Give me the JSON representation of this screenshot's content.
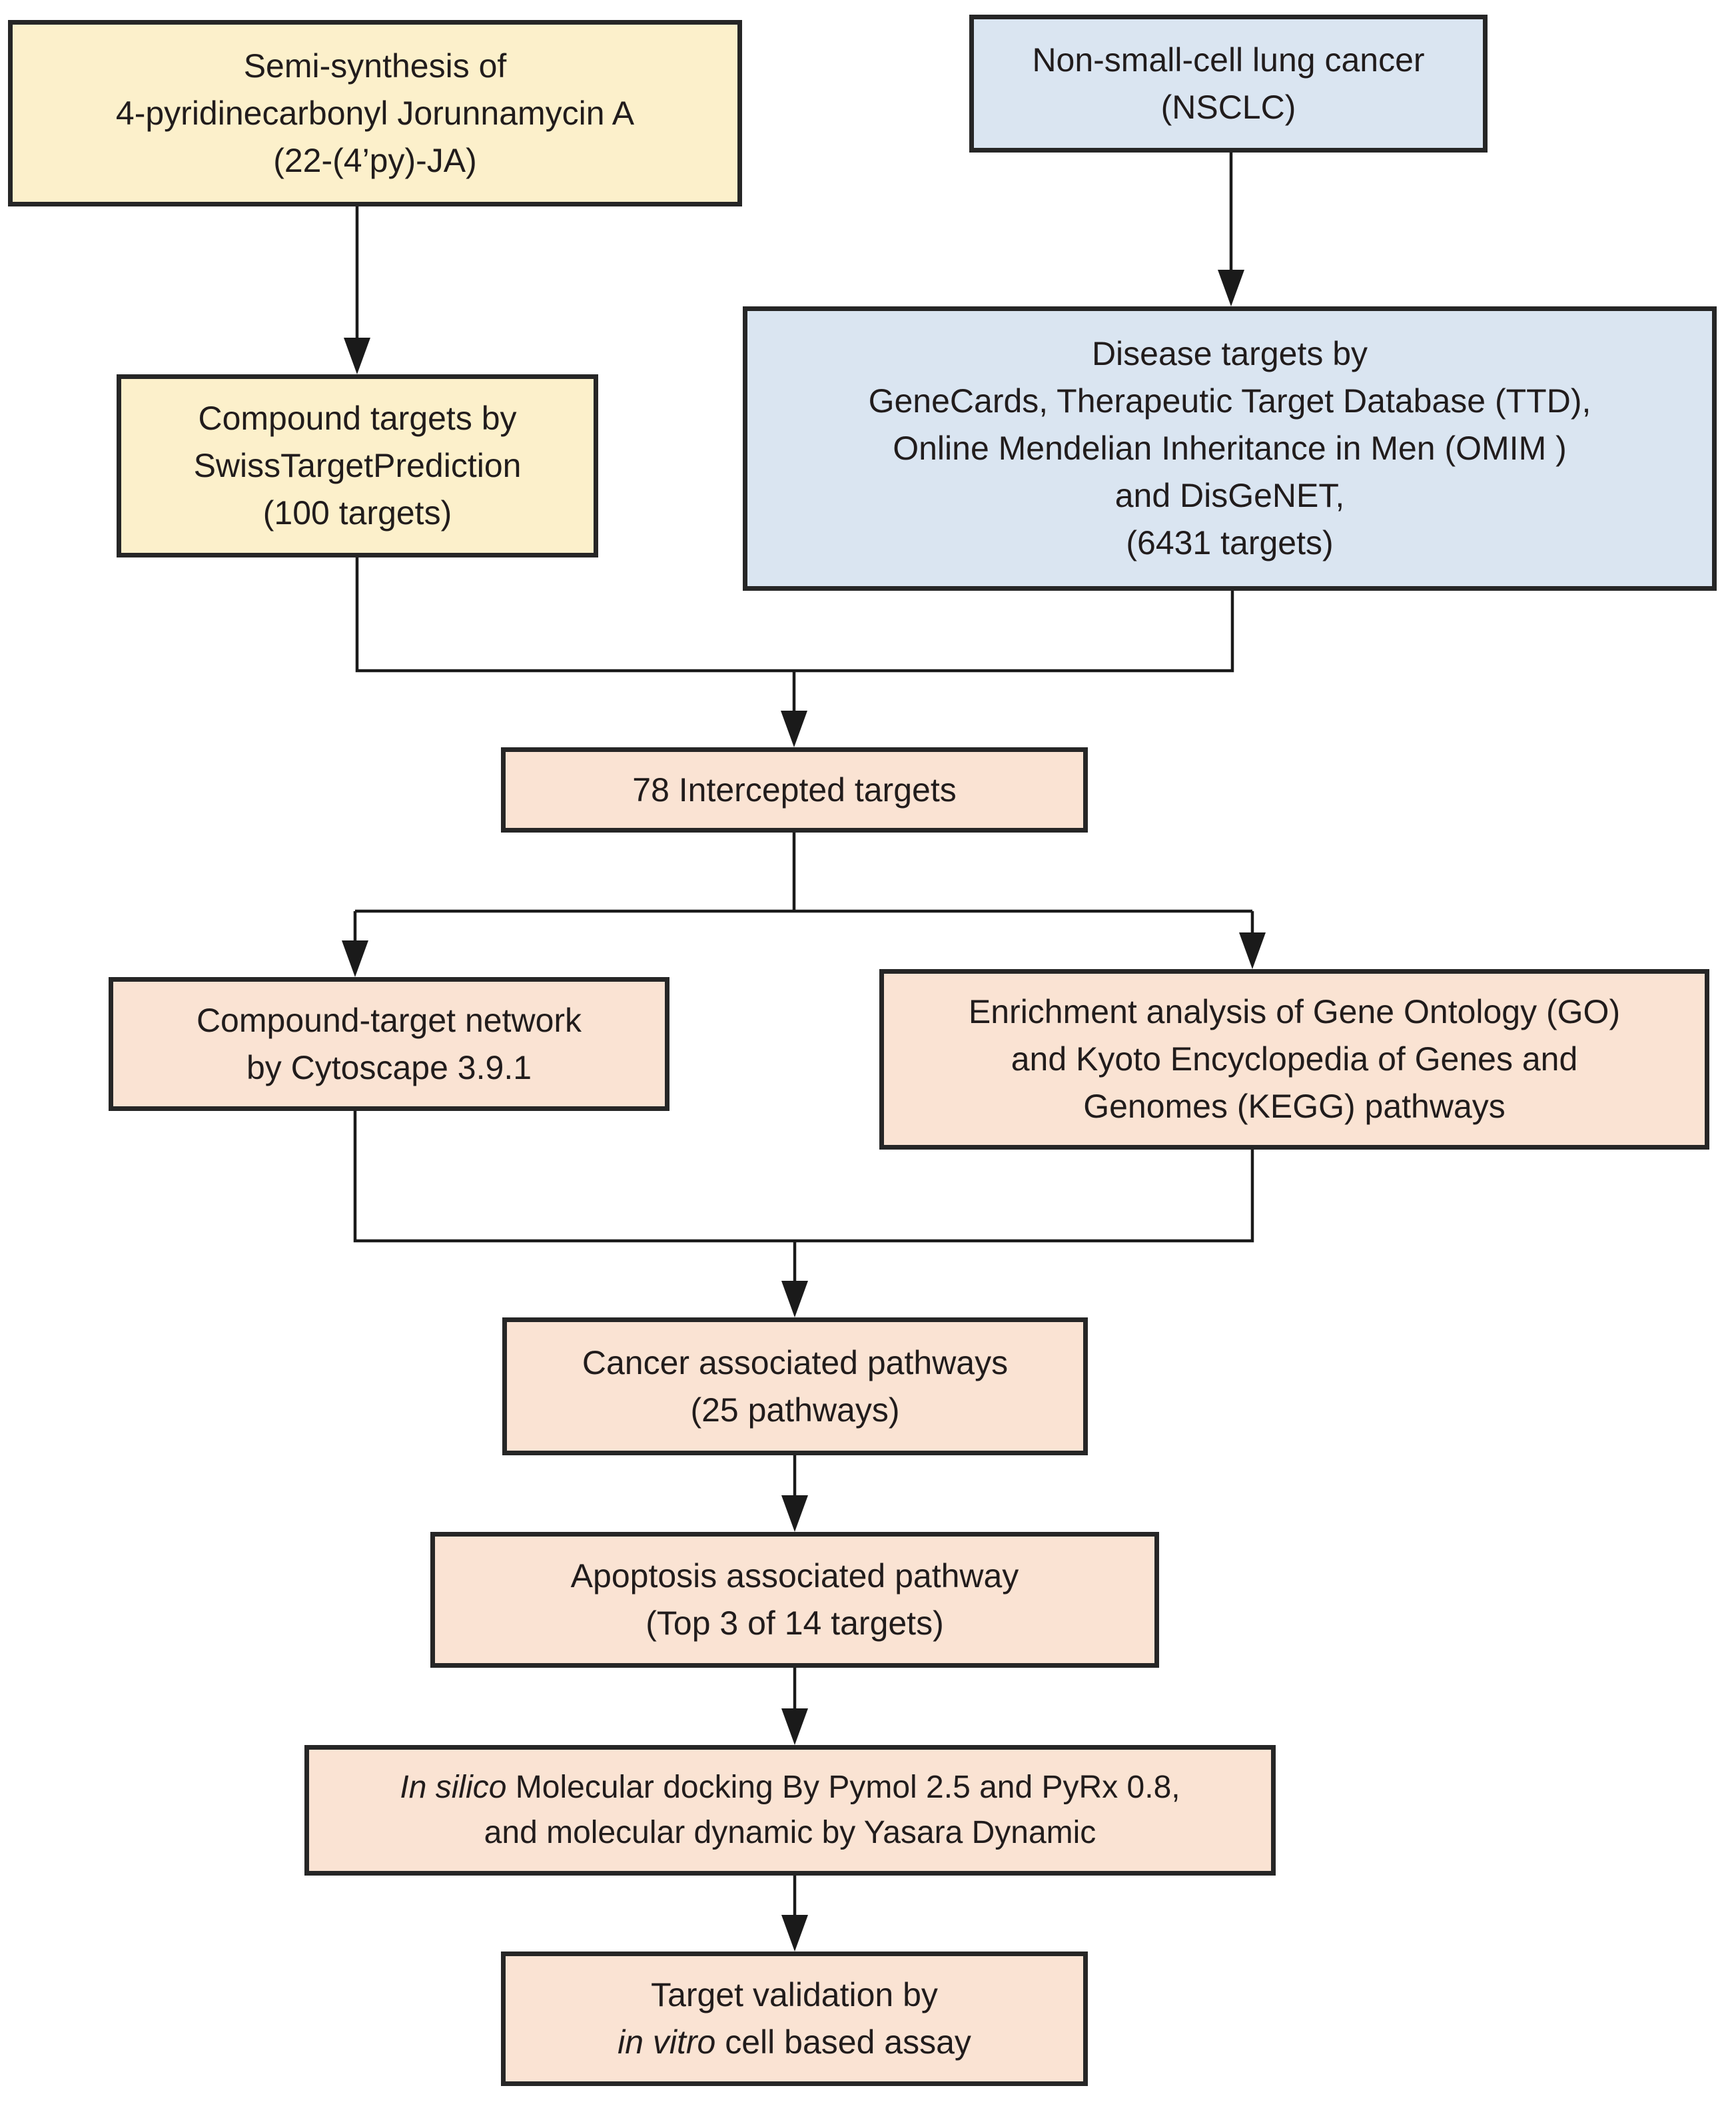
{
  "colors": {
    "compound_fill": "#fcf0cb",
    "disease_fill": "#dae5f1",
    "process_fill": "#fae3d3",
    "box_border": "#262626",
    "arrow": "#1a1a1a",
    "text": "#211c1c",
    "background": "#ffffff"
  },
  "boxes": {
    "semi_synthesis": {
      "lines": [
        "Semi-synthesis of",
        "4-pyridinecarbonyl Jorunnamycin A",
        "(22-(4’py)-JA)"
      ]
    },
    "nsclc": {
      "lines": [
        "Non-small-cell lung cancer",
        "(NSCLC)"
      ]
    },
    "compound_targets": {
      "lines": [
        "Compound targets by",
        "SwissTargetPrediction",
        "(100 targets)"
      ]
    },
    "disease_targets": {
      "lines": [
        "Disease targets by",
        "GeneCards, Therapeutic Target Database (TTD),",
        "Online Mendelian Inheritance in Men (OMIM )",
        "and DisGeNET,",
        "(6431 targets)"
      ]
    },
    "intercepted": {
      "lines": [
        "78 Intercepted targets"
      ]
    },
    "network": {
      "lines": [
        "Compound-target network",
        "by Cytoscape 3.9.1"
      ]
    },
    "enrichment": {
      "lines": [
        "Enrichment analysis of Gene Ontology (GO)",
        "and Kyoto Encyclopedia of Genes and",
        "Genomes (KEGG) pathways"
      ]
    },
    "cancer_pathways": {
      "lines": [
        "Cancer associated pathways",
        "(25 pathways)"
      ]
    },
    "apoptosis": {
      "lines": [
        "Apoptosis associated pathway",
        "(Top 3 of 14 targets)"
      ]
    },
    "docking": {
      "line1_italic": "In silico",
      "line1_rest": " Molecular docking By Pymol 2.5 and PyRx 0.8,",
      "line2": "and molecular dynamic by Yasara Dynamic"
    },
    "validation": {
      "line1": "Target validation by",
      "line2_italic": "in vitro",
      "line2_rest": " cell based assay"
    }
  }
}
